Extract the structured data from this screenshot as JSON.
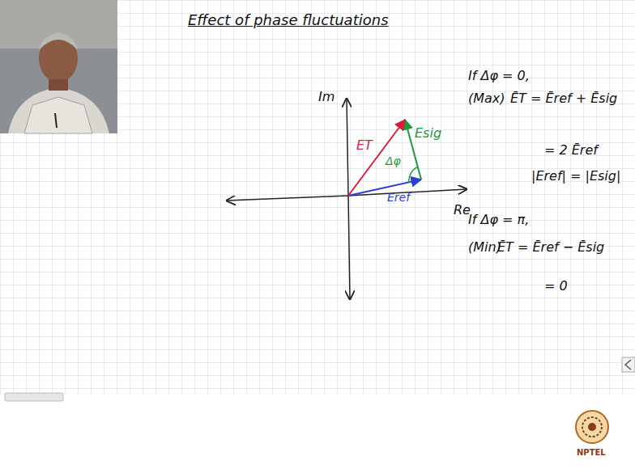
{
  "diagram": {
    "title": "Effect of phase fluctuations",
    "labels": [
      "Im",
      "Re",
      "ET",
      "Esig",
      "Δφ",
      "Eref",
      "If Δφ = 0,",
      "(Max)",
      "ĒT = Ēref + Ēsig",
      "= 2 Ēref",
      "|Eref| = |Esig|",
      "If Δφ = π,",
      "(Min)",
      "ĒT = Ēref − Ēsig",
      "= 0",
      "NPTEL"
    ]
  }
}
